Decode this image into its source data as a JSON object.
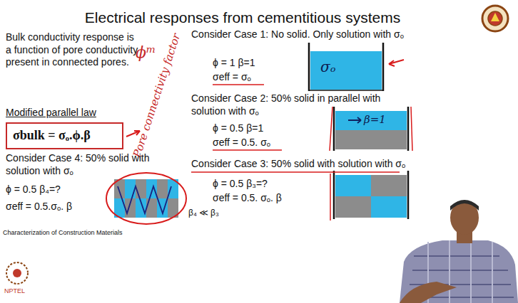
{
  "diagram": {
    "title": "Electrical responses from cementitious systems",
    "nodes": [
      {
        "text": [
          "σbulk = σₒ.ϕ.β"
        ]
      },
      {
        "text": [
          "σₒ"
        ]
      },
      {
        "text": [
          "β=1"
        ]
      }
    ],
    "labels": [
      "Bulk conductivity response is a function of pore conductivity present in connected pores.",
      "Modified parallel law",
      "ϕᵐ",
      "Pore connectivity factor",
      "Consider Case 4: 50% solid with solution with σₒ",
      "ϕ = 0.5 β₄=?",
      "σeff = 0.5.σₒ. β",
      "β₄ ≪ β₃",
      "Characterization of Construction Materials",
      "Consider Case 1: No solid. Only solution with σₒ",
      "ϕ = 1 β=1",
      "σeff = σₒ",
      "Consider Case 2: 50% solid in parallel with solution with σₒ",
      "ϕ = 0.5 β=1",
      "σeff = 0.5. σₒ",
      "Consider Case 3: 50% solid with solution with σₒ",
      "ϕ = 0.5 β₃=?",
      "σeff = 0.5. σₒ. β",
      "NPTEL"
    ]
  }
}
